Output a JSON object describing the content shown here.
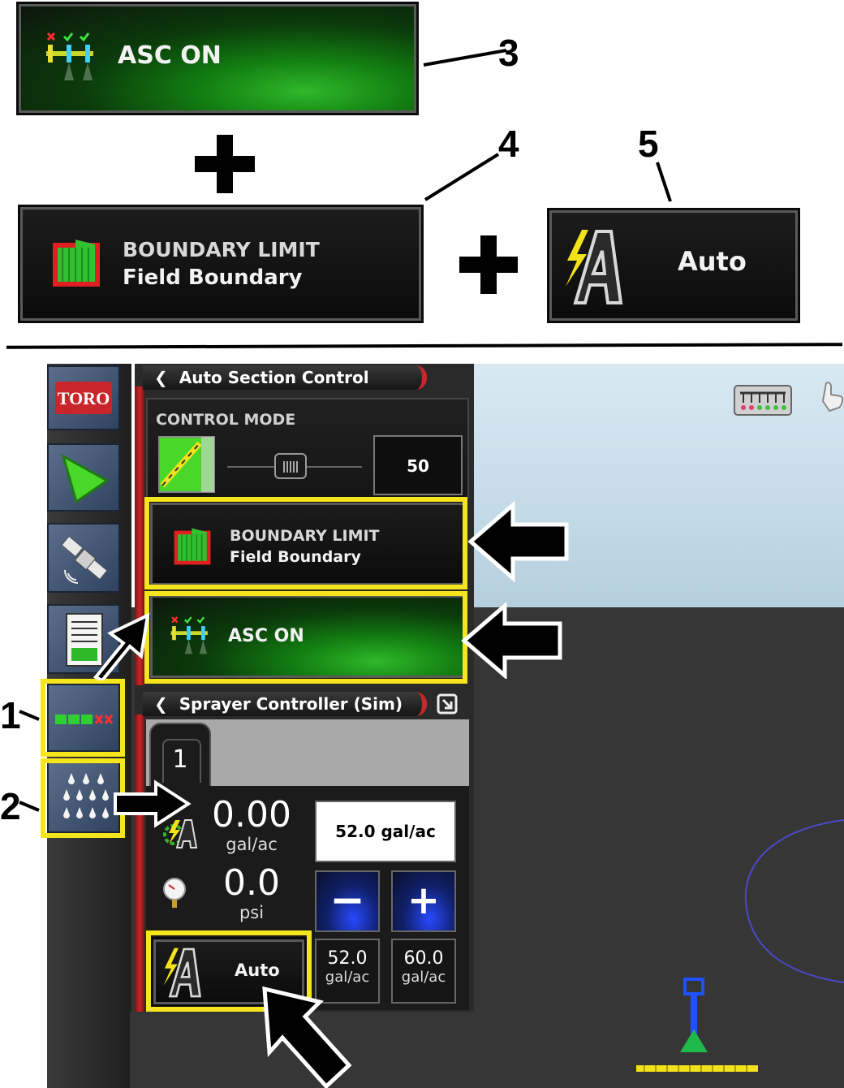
{
  "callouts": {
    "c1": "1",
    "c2": "2",
    "c3": "3",
    "c4": "4",
    "c5": "5"
  },
  "legend": {
    "asc_label": "ASC ON",
    "boundary_title": "BOUNDARY LIMIT",
    "boundary_sub": "Field Boundary",
    "auto_label": "Auto"
  },
  "sidebar": {
    "logo": "TORO"
  },
  "asc_panel": {
    "header": "Auto Section Control",
    "control_mode_label": "CONTROL MODE",
    "value": "50",
    "boundary_title": "BOUNDARY LIMIT",
    "boundary_sub": "Field Boundary",
    "asc_label": "ASC ON"
  },
  "sprayer": {
    "header": "Sprayer Controller (Sim)",
    "tab": "1",
    "rate_value": "0.00",
    "rate_unit": "gal/ac",
    "pressure_value": "0.0",
    "pressure_unit": "psi",
    "target_rate": "52.0 gal/ac",
    "minus": "−",
    "plus": "+",
    "preset1_value": "52.0",
    "preset1_unit": "gal/ac",
    "preset2_value": "60.0",
    "preset2_unit": "gal/ac",
    "auto_label": "Auto"
  },
  "colors": {
    "highlight": "#f5e61c",
    "accent_red": "#c8262a",
    "green": "#2fd02f",
    "sky": "#cfe3ef",
    "ground": "#333333"
  }
}
